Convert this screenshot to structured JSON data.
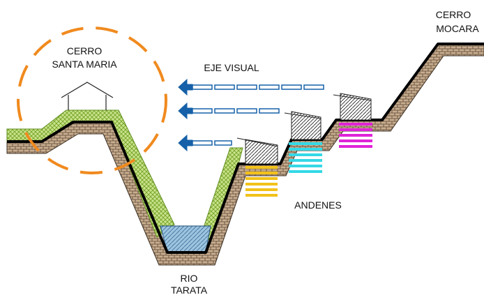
{
  "labels": {
    "cerro_santa_maria": [
      "CERRO",
      "SANTA MARIA"
    ],
    "cerro_mocara": [
      "CERRO",
      "MOCARA"
    ],
    "eje_visual": "EJE VISUAL",
    "andenes": "ANDENES",
    "rio_tarata": [
      "RIO",
      "TARATA"
    ]
  },
  "colors": {
    "profile_line": "#000000",
    "soil_fill": "#c8ad8e",
    "vegetation": "#8fbf3a",
    "viewpoint_circle": "#f08a1e",
    "arrows": "#1560a8",
    "water": "#9dc3df",
    "terrace_yellow": "#f2c21a",
    "terrace_cyan": "#35d8e6",
    "terrace_magenta": "#e024d8"
  }
}
